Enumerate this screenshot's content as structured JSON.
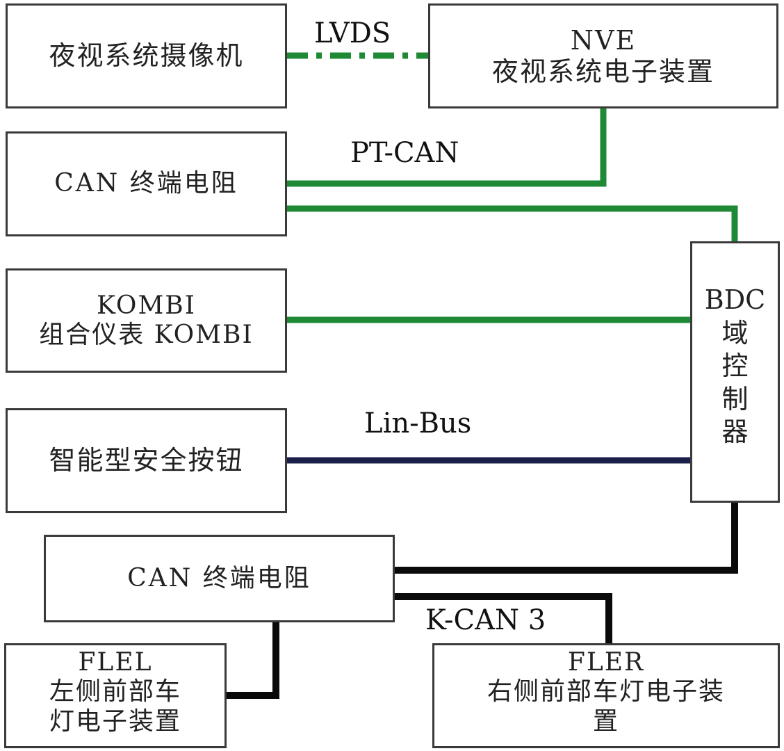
{
  "boxes": {
    "camera": {
      "lines": [
        "夜视系统摄像机"
      ]
    },
    "nve": {
      "lines": [
        "NVE",
        "夜视系统电子装置"
      ]
    },
    "can_resistor_top": {
      "lines": [
        "CAN 终端电阻"
      ]
    },
    "kombi": {
      "lines": [
        "KOMBI",
        "组合仪表 KOMBI"
      ]
    },
    "safety_button": {
      "lines": [
        "智能型安全按钮"
      ]
    },
    "bdc": {
      "lines": [
        "BDC",
        "域",
        "控",
        "制",
        "器"
      ]
    },
    "can_resistor_bottom": {
      "lines": [
        "CAN 终端电阻"
      ]
    },
    "flel": {
      "lines": [
        "FLEL",
        "左侧前部车",
        "灯电子装置"
      ]
    },
    "fler": {
      "lines": [
        "FLER",
        "右侧前部车灯电子装",
        "置"
      ]
    }
  },
  "bus_labels": {
    "lvds": "LVDS",
    "pt_can": "PT-CAN",
    "lin_bus": "Lin-Bus",
    "k_can3": "K-CAN 3"
  },
  "colors": {
    "pt_can": "#1f8a35",
    "lin_bus": "#1b1f4a",
    "k_can3": "#0a0a0a",
    "lvds": "#1f8a35"
  }
}
